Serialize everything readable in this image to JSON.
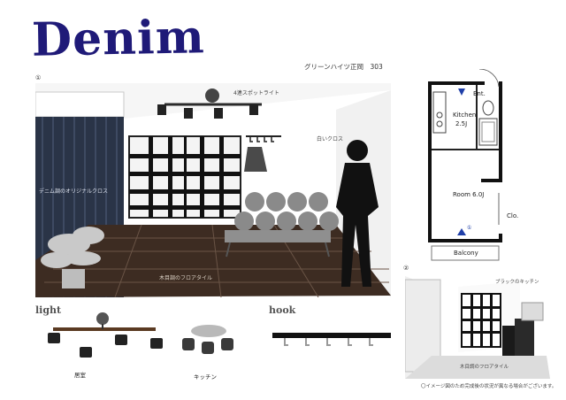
{
  "brand": {
    "title": "Denim"
  },
  "apartment": {
    "name": "グリーンハイツ正岡　303"
  },
  "markers": {
    "main": "①",
    "corner": "②"
  },
  "main_view": {
    "spotlight_label": "4連スポットライト",
    "curtain_label": "デニム調のオリジナルクロス",
    "wall_label": "白いクロス",
    "floor_label": "木目調のフロアタイル"
  },
  "floor_plan": {
    "entrance": "Ent.",
    "kitchen": "Kitchen",
    "kitchen_size": "2.5J",
    "room": "Room 6.0J",
    "closet": "Clo.",
    "balcony": "Balcony",
    "view_marker": "①"
  },
  "kitchen_view": {
    "kitchen_label": "ブラックのキッチン",
    "floor_label": "木目調のフロアタイル"
  },
  "products": {
    "light_heading": "light",
    "light_caption_1": "居室",
    "light_caption_2": "キッチン",
    "hook_heading": "hook"
  },
  "footer_note": "〇イメージ図のため完成後の状況が異なる場合がございます。"
}
